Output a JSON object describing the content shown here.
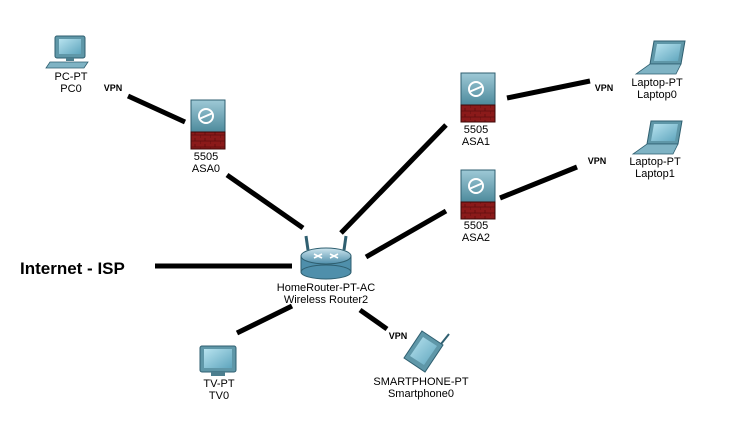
{
  "isp_label": "Internet - ISP",
  "vpn_label": "VPN",
  "devices": {
    "pc0": {
      "type": "PC-PT",
      "name": "PC0"
    },
    "asa0": {
      "type": "5505",
      "name": "ASA0"
    },
    "asa1": {
      "type": "5505",
      "name": "ASA1"
    },
    "asa2": {
      "type": "5505",
      "name": "ASA2"
    },
    "laptop0": {
      "type": "Laptop-PT",
      "name": "Laptop0"
    },
    "laptop1": {
      "type": "Laptop-PT",
      "name": "Laptop1"
    },
    "router": {
      "type": "HomeRouter-PT-AC",
      "name": "Wireless Router2"
    },
    "tv0": {
      "type": "TV-PT",
      "name": "TV0"
    },
    "smartphone0": {
      "type": "SMARTPHONE-PT",
      "name": "Smartphone0"
    }
  },
  "colors": {
    "asa_red": "#8b1a1a",
    "device_teal": "#5f97a8",
    "router_blue": "#6aa9c4"
  }
}
